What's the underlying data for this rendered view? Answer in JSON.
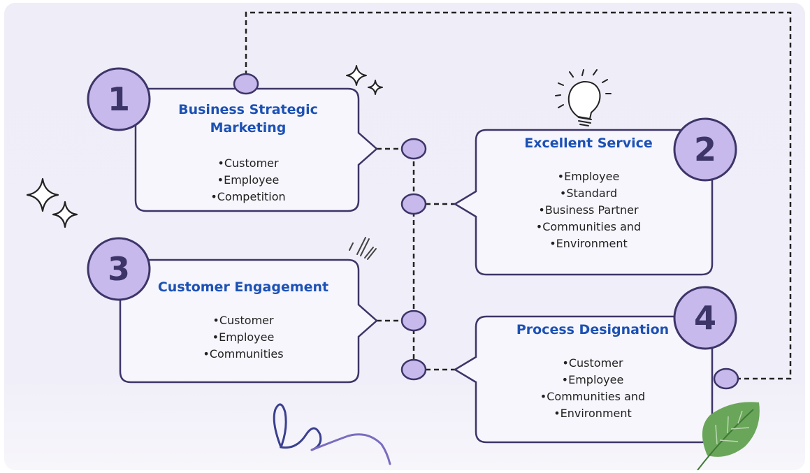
{
  "colors": {
    "background": "#efedf7",
    "box_fill": "#f7f6fc",
    "box_stroke": "#3d3568",
    "circle_fill": "#c7b9ec",
    "title_blue": "#1c51b5",
    "leaf_green": "#6aa65a"
  },
  "nodes": [
    {
      "number": "1",
      "title_lines": [
        "Business Strategic",
        "Marketing"
      ],
      "items": [
        "•Customer",
        "•Employee",
        "•Competition"
      ]
    },
    {
      "number": "2",
      "title_lines": [
        "Excellent Service"
      ],
      "items": [
        "•Employee",
        "•Standard",
        "•Business Partner",
        "•Communities and",
        "•Environment"
      ]
    },
    {
      "number": "3",
      "title_lines": [
        "Customer Engagement"
      ],
      "items": [
        "•Customer",
        "•Employee",
        "•Communities"
      ]
    },
    {
      "number": "4",
      "title_lines": [
        "Process Designation"
      ],
      "items": [
        "•Customer",
        "•Employee",
        "•Communities and",
        "•Environment"
      ]
    }
  ],
  "decorations": [
    "sparkle-icon",
    "lightbulb-icon",
    "pencil-marks-icon",
    "scribble-icon",
    "leaf-icon"
  ]
}
